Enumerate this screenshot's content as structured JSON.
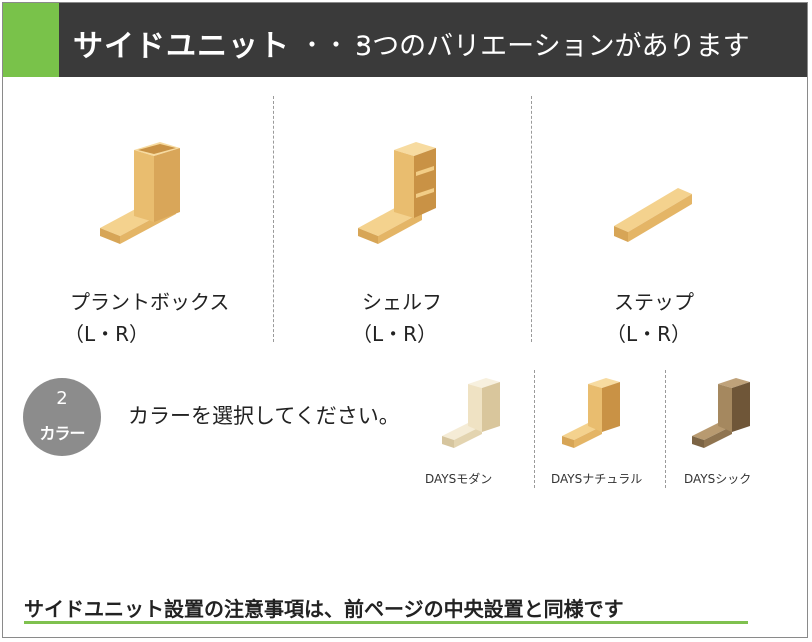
{
  "header": {
    "title": "サイドユニット",
    "separator": "・・・",
    "subtitle": "3つのバリエーションがあります",
    "accent_color": "#79c24a",
    "bar_color": "#3a3a3a"
  },
  "products": [
    {
      "name": "プラントボックス",
      "variant": "（L・R）",
      "icon": "plant-box-unit-image"
    },
    {
      "name": "シェルフ",
      "variant": "（L・R）",
      "icon": "shelf-unit-image"
    },
    {
      "name": "ステップ",
      "variant": "（L・R）",
      "icon": "step-unit-image"
    }
  ],
  "color_section": {
    "badge_number": "2",
    "badge_label": "カラー",
    "instruction": "カラーを選択してください。",
    "options": [
      {
        "name": "DAYSモダン",
        "color": "#efe2c3"
      },
      {
        "name": "DAYSナチュラル",
        "color": "#e9bd6f"
      },
      {
        "name": "DAYSシック",
        "color": "#a5885f"
      }
    ]
  },
  "footer": {
    "note": "サイドユニット設置の注意事項は、前ページの中央設置と同様です",
    "underline_color": "#7fc14f"
  },
  "wood_color": "#ecc47a"
}
